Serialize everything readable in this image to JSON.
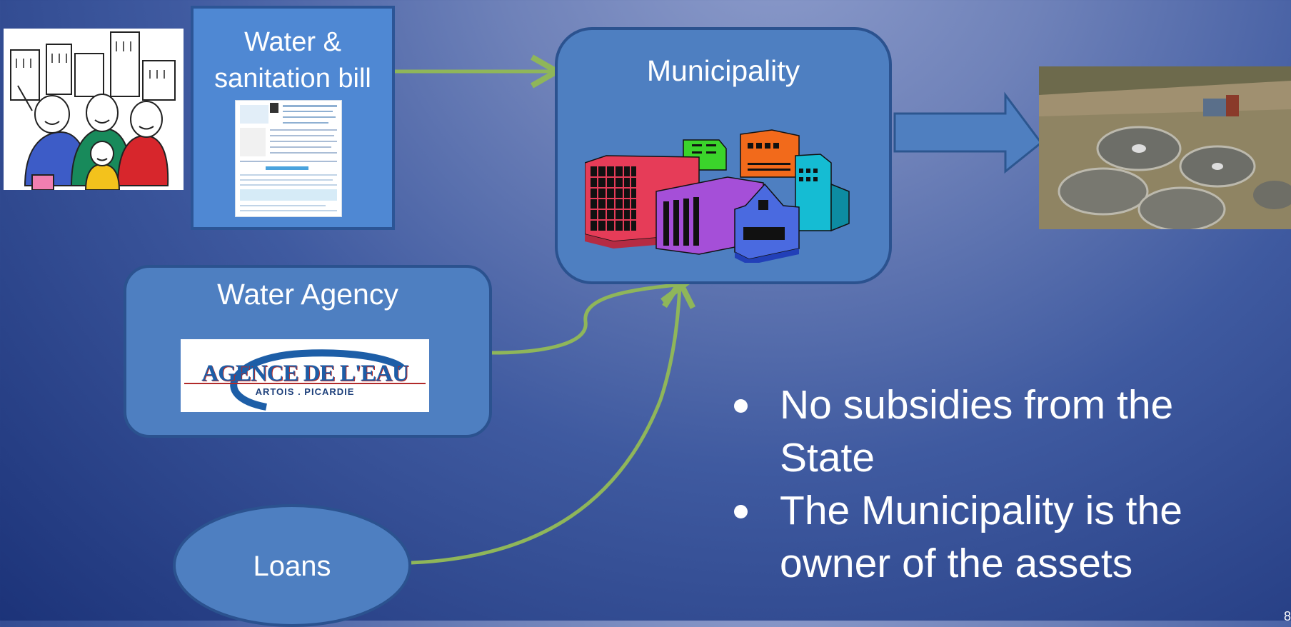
{
  "nodes": {
    "bill": {
      "line1": "Water &",
      "line2": "sanitation bill"
    },
    "municipality": {
      "label": "Municipality"
    },
    "agency": {
      "label": "Water Agency",
      "logo_text": "AGENCE DE L'EAU",
      "logo_subtext": "ARTOIS . PICARDIE"
    },
    "loans": {
      "label": "Loans"
    }
  },
  "bullets": [
    "No subsidies from the State",
    "The Municipality is the owner of the assets"
  ],
  "page_number": "8",
  "colors": {
    "box_fill": "#4e7fc1",
    "box_border": "#2b528f",
    "arrow_green": "#8fb65a",
    "arrow_blue": "#4f7fc0"
  }
}
